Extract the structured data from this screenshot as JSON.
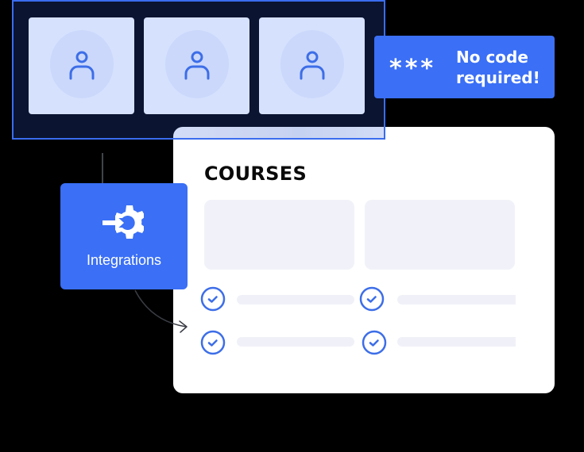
{
  "profile_panel": {
    "cards": [
      {
        "icon": "user-icon"
      },
      {
        "icon": "user-icon"
      },
      {
        "icon": "user-icon"
      }
    ]
  },
  "badge": {
    "icon": "asterisks-icon",
    "asterisks": "***",
    "line1": "No code",
    "line2": "required!"
  },
  "integrations": {
    "icon": "gear-arrow-icon",
    "label": "Integrations"
  },
  "courses": {
    "title": "COURSES",
    "tiles": 2,
    "checklist": [
      {
        "icon": "check-circle-icon"
      },
      {
        "icon": "check-circle-icon"
      },
      {
        "icon": "check-circle-icon"
      },
      {
        "icon": "check-circle-icon"
      }
    ]
  },
  "colors": {
    "accent_blue": "#3a6ff6",
    "panel_bg": "#0c1634",
    "card_bg": "#ffffff",
    "placeholder": "#f1f2f9",
    "profile_card": "#d6e1fd",
    "icon_blue": "#3d6ee8"
  }
}
